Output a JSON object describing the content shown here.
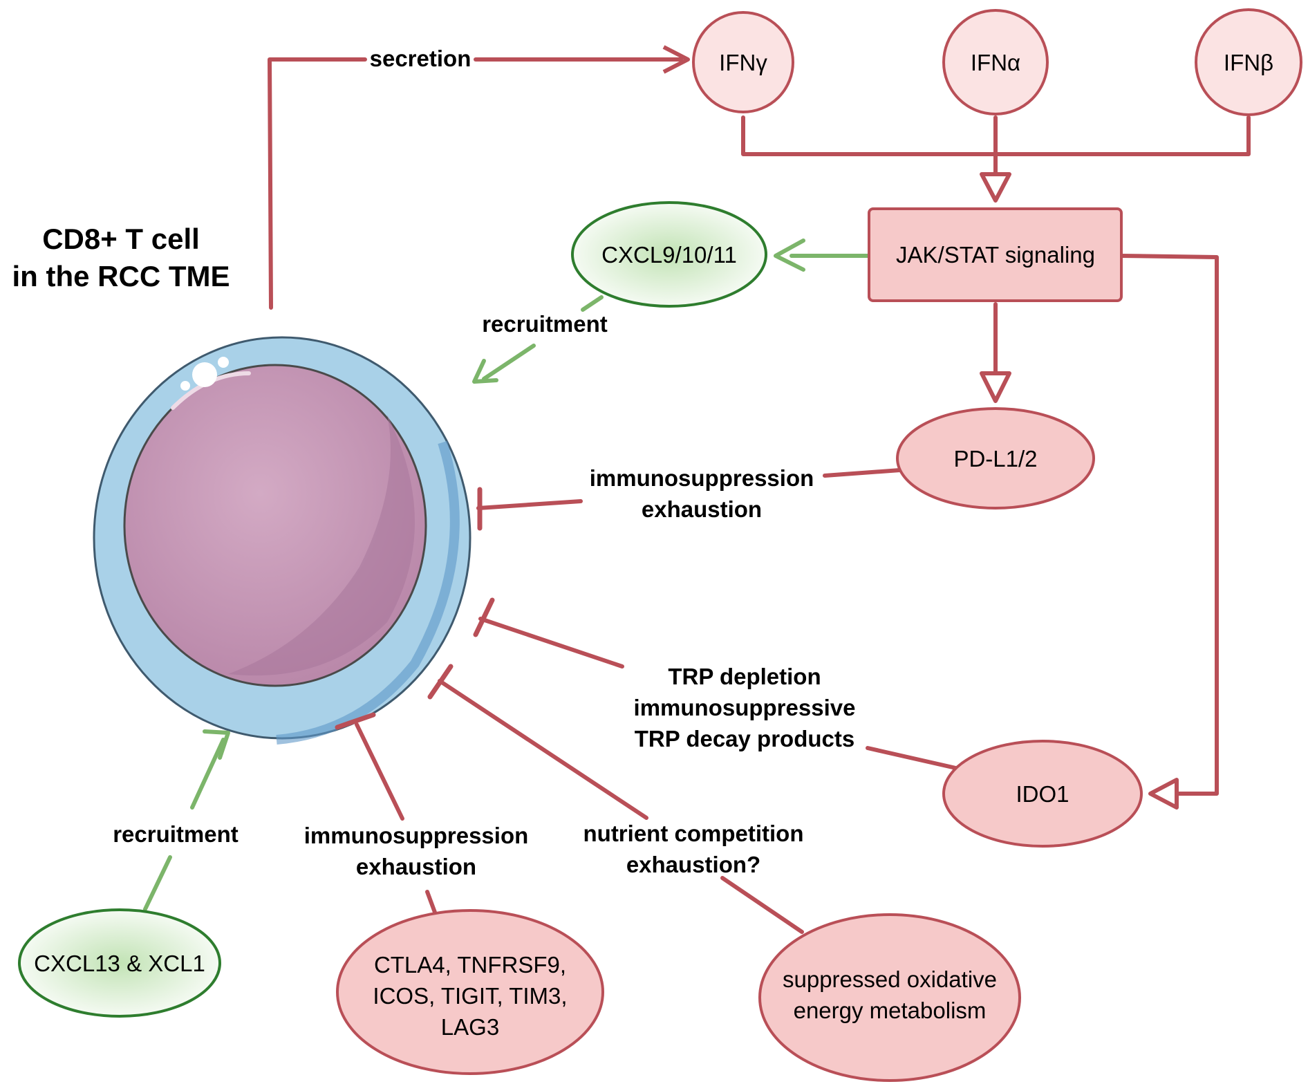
{
  "title": {
    "line1": "CD8+ T cell",
    "line2": "in the RCC TME"
  },
  "colors": {
    "red_stroke": "#b94f57",
    "red_fill": "#f6c9c9",
    "green_stroke": "#2e7d2e",
    "green_arrow": "#7cb56a",
    "green_fill": "#d3ecc9",
    "cell_outer": "#a9d1e8",
    "cell_inner": "#c9a3bd"
  },
  "nodes": {
    "ifn_gamma": "IFNγ",
    "ifn_alpha": "IFNα",
    "ifn_beta": "IFNβ",
    "jak_stat": "JAK/STAT signaling",
    "cxcl9": "CXCL9/10/11",
    "pdl1": "PD-L1/2",
    "ido1": "IDO1",
    "cxcl13": "CXCL13 & XCL1",
    "checkpoints": [
      "CTLA4, TNFRSF9,",
      "ICOS, TIGIT, TIM3,",
      "LAG3"
    ],
    "metabolism": [
      "suppressed oxidative",
      "energy metabolism"
    ]
  },
  "edge_labels": {
    "secretion": "secretion",
    "recruitment_top": "recruitment",
    "recruitment_bottom": "recruitment",
    "pdl1_effect": [
      "immunosuppression",
      "exhaustion"
    ],
    "ido1_effect": [
      "TRP depletion",
      "immunosuppressive",
      "TRP decay products"
    ],
    "checkpoint_effect": [
      "immunosuppression",
      "exhaustion"
    ],
    "metabolism_effect": [
      "nutrient competition",
      "exhaustion?"
    ]
  },
  "icons": {
    "cell": "cd8-t-cell-icon"
  }
}
